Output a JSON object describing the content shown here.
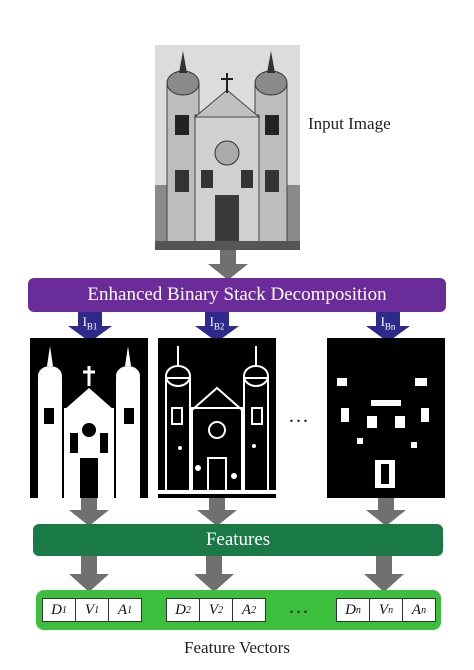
{
  "input_label": "Input Image",
  "decomposition_label": "Enhanced Binary Stack Decomposition",
  "binary_labels": [
    "I",
    "I",
    "I"
  ],
  "binary_subs": [
    "B1",
    "B2",
    "Bn"
  ],
  "features_label": "Features",
  "ellipsis": "...",
  "vectors": [
    {
      "d": "D",
      "ds": "1",
      "v": "V",
      "vs": "1",
      "a": "A",
      "as": "1"
    },
    {
      "d": "D",
      "ds": "2",
      "v": "V",
      "vs": "2",
      "a": "A",
      "as": "2"
    },
    {
      "d": "D",
      "ds": "n",
      "v": "V",
      "vs": "n",
      "a": "A",
      "as": "n"
    }
  ],
  "feature_vectors_label": "Feature Vectors",
  "colors": {
    "purple": "#6a2c98",
    "green": "#1a7a45",
    "light_green": "#3cbf3c",
    "arrow": "#707070",
    "arrow_blue": "#2e2a8a"
  }
}
